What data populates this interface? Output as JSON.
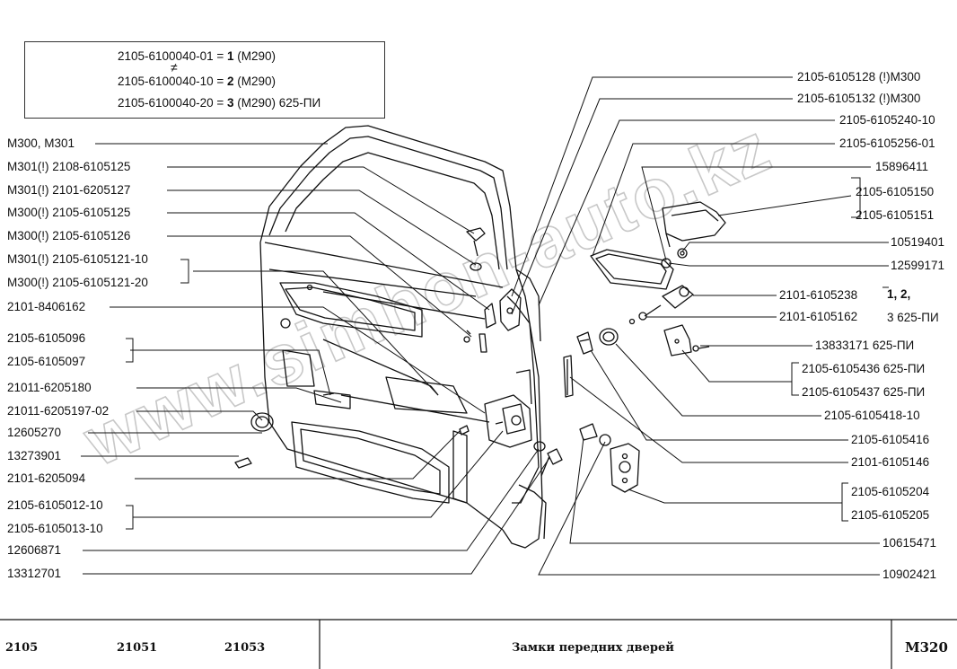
{
  "legend": {
    "line1_code": "2105-6100040-01 = ",
    "line1_num": "1",
    "line1_tail": " (М290)",
    "not_equal": "≠",
    "line2_code": "2105-6100040-10 = ",
    "line2_num": "2",
    "line2_tail": " (М290)",
    "line3_code": "2105-6100040-20 = ",
    "line3_num": "3",
    "line3_tail": " (М290) 625-ПИ"
  },
  "left_labels": [
    "М300, М301",
    "М301(!) 2108-6105125",
    "М301(!) 2101-6205127",
    "М300(!) 2105-6105125",
    "М300(!) 2105-6105126",
    "М301(!) 2105-6105121-10",
    "М300(!) 2105-6105121-20",
    "2101-8406162",
    "2105-6105096",
    "2105-6105097",
    "21011-6205180",
    "21011-6205197-02",
    "12605270",
    "13273901",
    "2101-6205094",
    "2105-6105012-10",
    "2105-6105013-10",
    "12606871",
    "13312701"
  ],
  "right_labels": [
    "2105-6105128 (!)М300",
    "2105-6105132 (!)М300",
    "2105-6105240-10",
    "2105-6105256-01",
    "15896411",
    "2105-6105150",
    "2105-6105151",
    "10519401",
    "12599171",
    "2101-6105238",
    "2101-6105162",
    "13833171  625-ПИ",
    "2105-6105436 625-ПИ",
    "2105-6105437 625-ПИ",
    "2105-6105418-10",
    "2105-6105416",
    "2101-6105146",
    "2105-6105204",
    "2105-6105205",
    "10615471",
    "10902421"
  ],
  "variant_note_top": "1, 2,",
  "variant_note_bottom": "3 625-ПИ",
  "footer": {
    "model1": "2105",
    "model2": "21051",
    "model3": "21053",
    "title": "Замки передних дверей",
    "code": "М320"
  },
  "watermark": "www.simhon-auto.kz",
  "colors": {
    "ink": "#111111",
    "watermark": "#c8c8c8"
  }
}
